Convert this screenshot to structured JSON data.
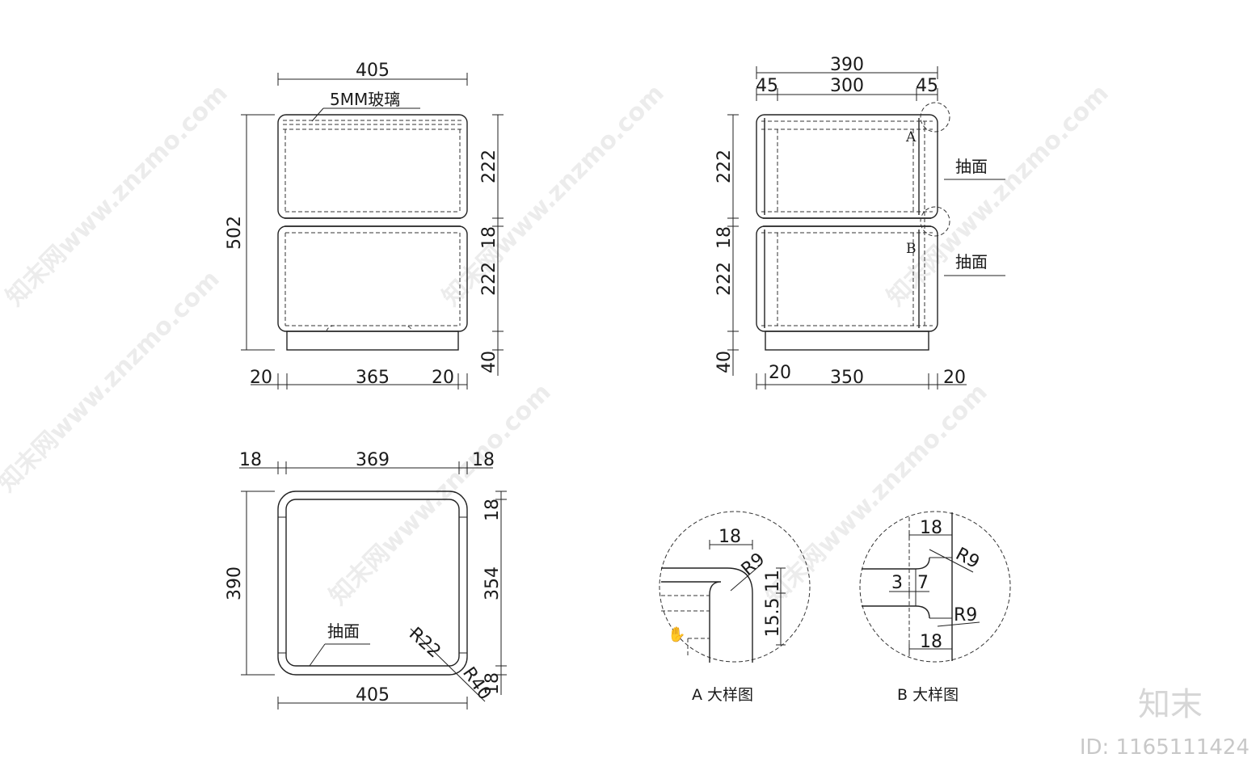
{
  "front_view": {
    "dims": {
      "overall_width": "405",
      "glass_note": "5MM玻璃",
      "overall_height": "502",
      "drawer_upper": "222",
      "gap": "18",
      "drawer_lower": "222",
      "base": "40",
      "bottom_left": "20",
      "bottom_mid": "365",
      "bottom_right": "20"
    }
  },
  "side_view": {
    "dims": {
      "overall_width": "390",
      "left": "45",
      "mid": "300",
      "right": "45",
      "drawer_upper": "222",
      "gap": "18",
      "drawer_lower": "222",
      "base": "40",
      "bottom_left": "20",
      "bottom_mid": "350",
      "bottom_right": "20"
    },
    "labels": {
      "marker_a": "A",
      "marker_b": "B",
      "drawer_face_1": "抽面",
      "drawer_face_2": "抽面"
    }
  },
  "plan_view": {
    "dims": {
      "left": "18",
      "mid": "369",
      "right": "18",
      "depth": "390",
      "top_thk": "18",
      "inner": "354",
      "bottom_thk": "18",
      "width": "405",
      "r_inner": "R22",
      "r_outer": "R40"
    },
    "labels": {
      "drawer_face": "抽面"
    }
  },
  "detail_a": {
    "dims": {
      "thk": "18",
      "radius": "R9",
      "v1": "11",
      "v2": "15.5"
    },
    "caption": "A 大样图"
  },
  "detail_b": {
    "dims": {
      "top": "18",
      "radius_top": "R9",
      "gap_a": "3",
      "gap_b": "7",
      "radius_bottom": "R9",
      "bottom": "18"
    },
    "caption": "B 大样图"
  },
  "branding": {
    "logo": "知末",
    "id": "ID: 1165111424",
    "watermark": "知末网www.znzmo.com"
  }
}
